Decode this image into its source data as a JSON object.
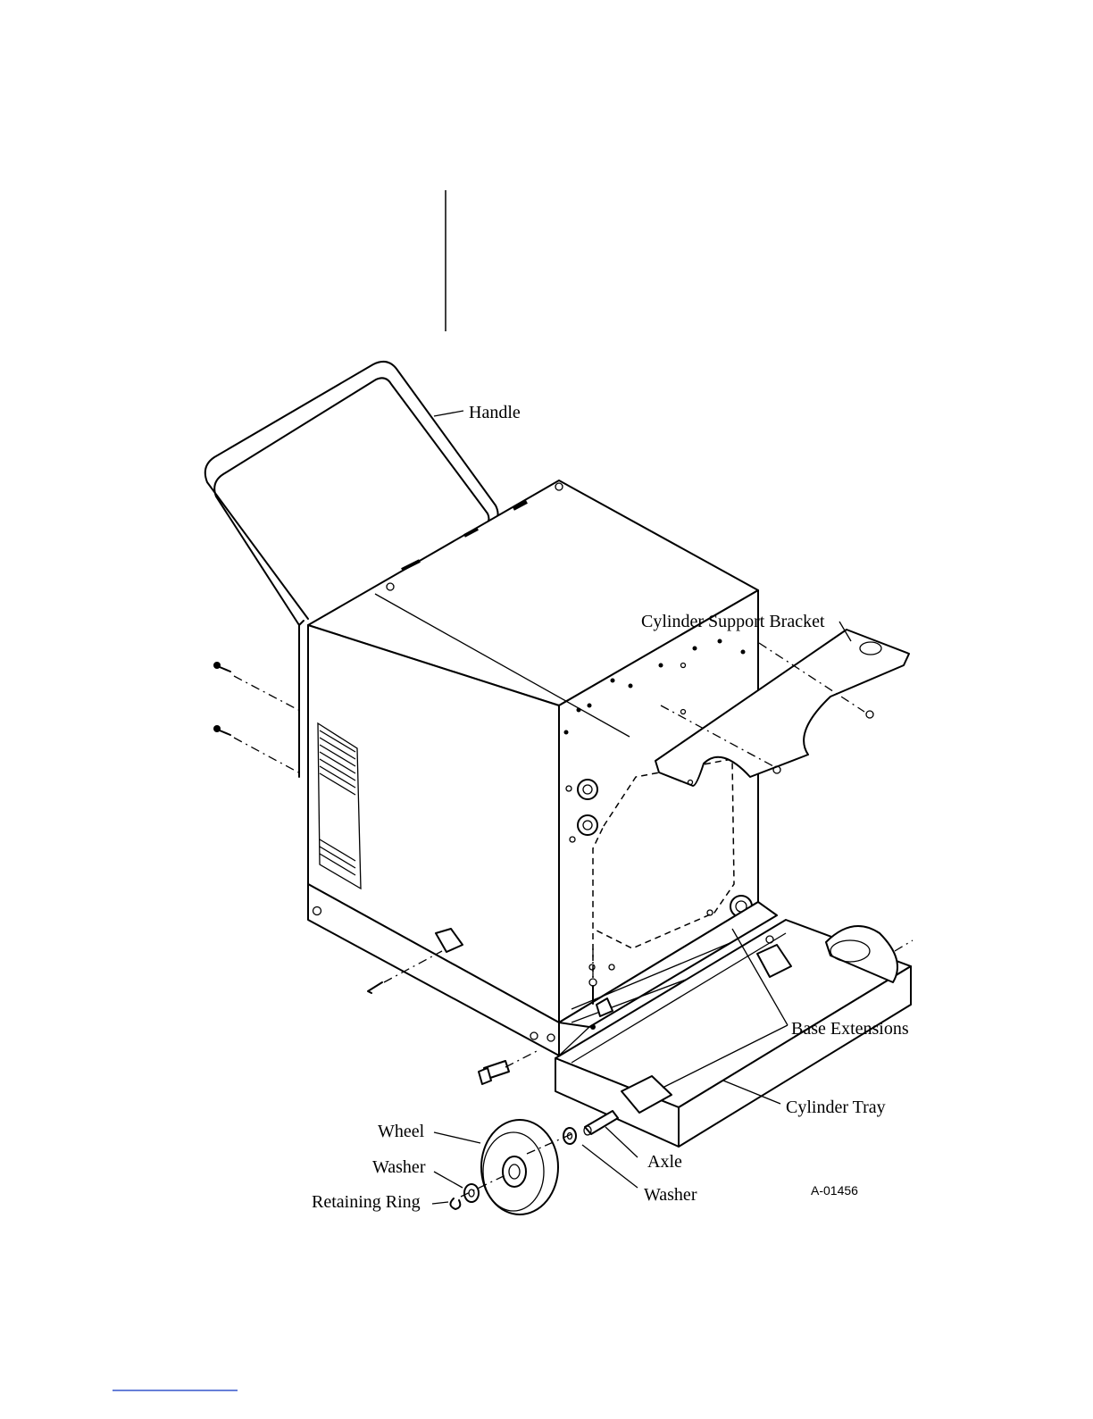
{
  "labels": {
    "handle": "Handle",
    "cylinder_support_bracket": "Cylinder Support Bracket",
    "base_extensions": "Base Extensions",
    "cylinder_tray": "Cylinder Tray",
    "wheel": "Wheel",
    "washer_left": "Washer",
    "retaining_ring": "Retaining Ring",
    "axle": "Axle",
    "washer_right": "Washer"
  },
  "figure_code": "A-01456"
}
